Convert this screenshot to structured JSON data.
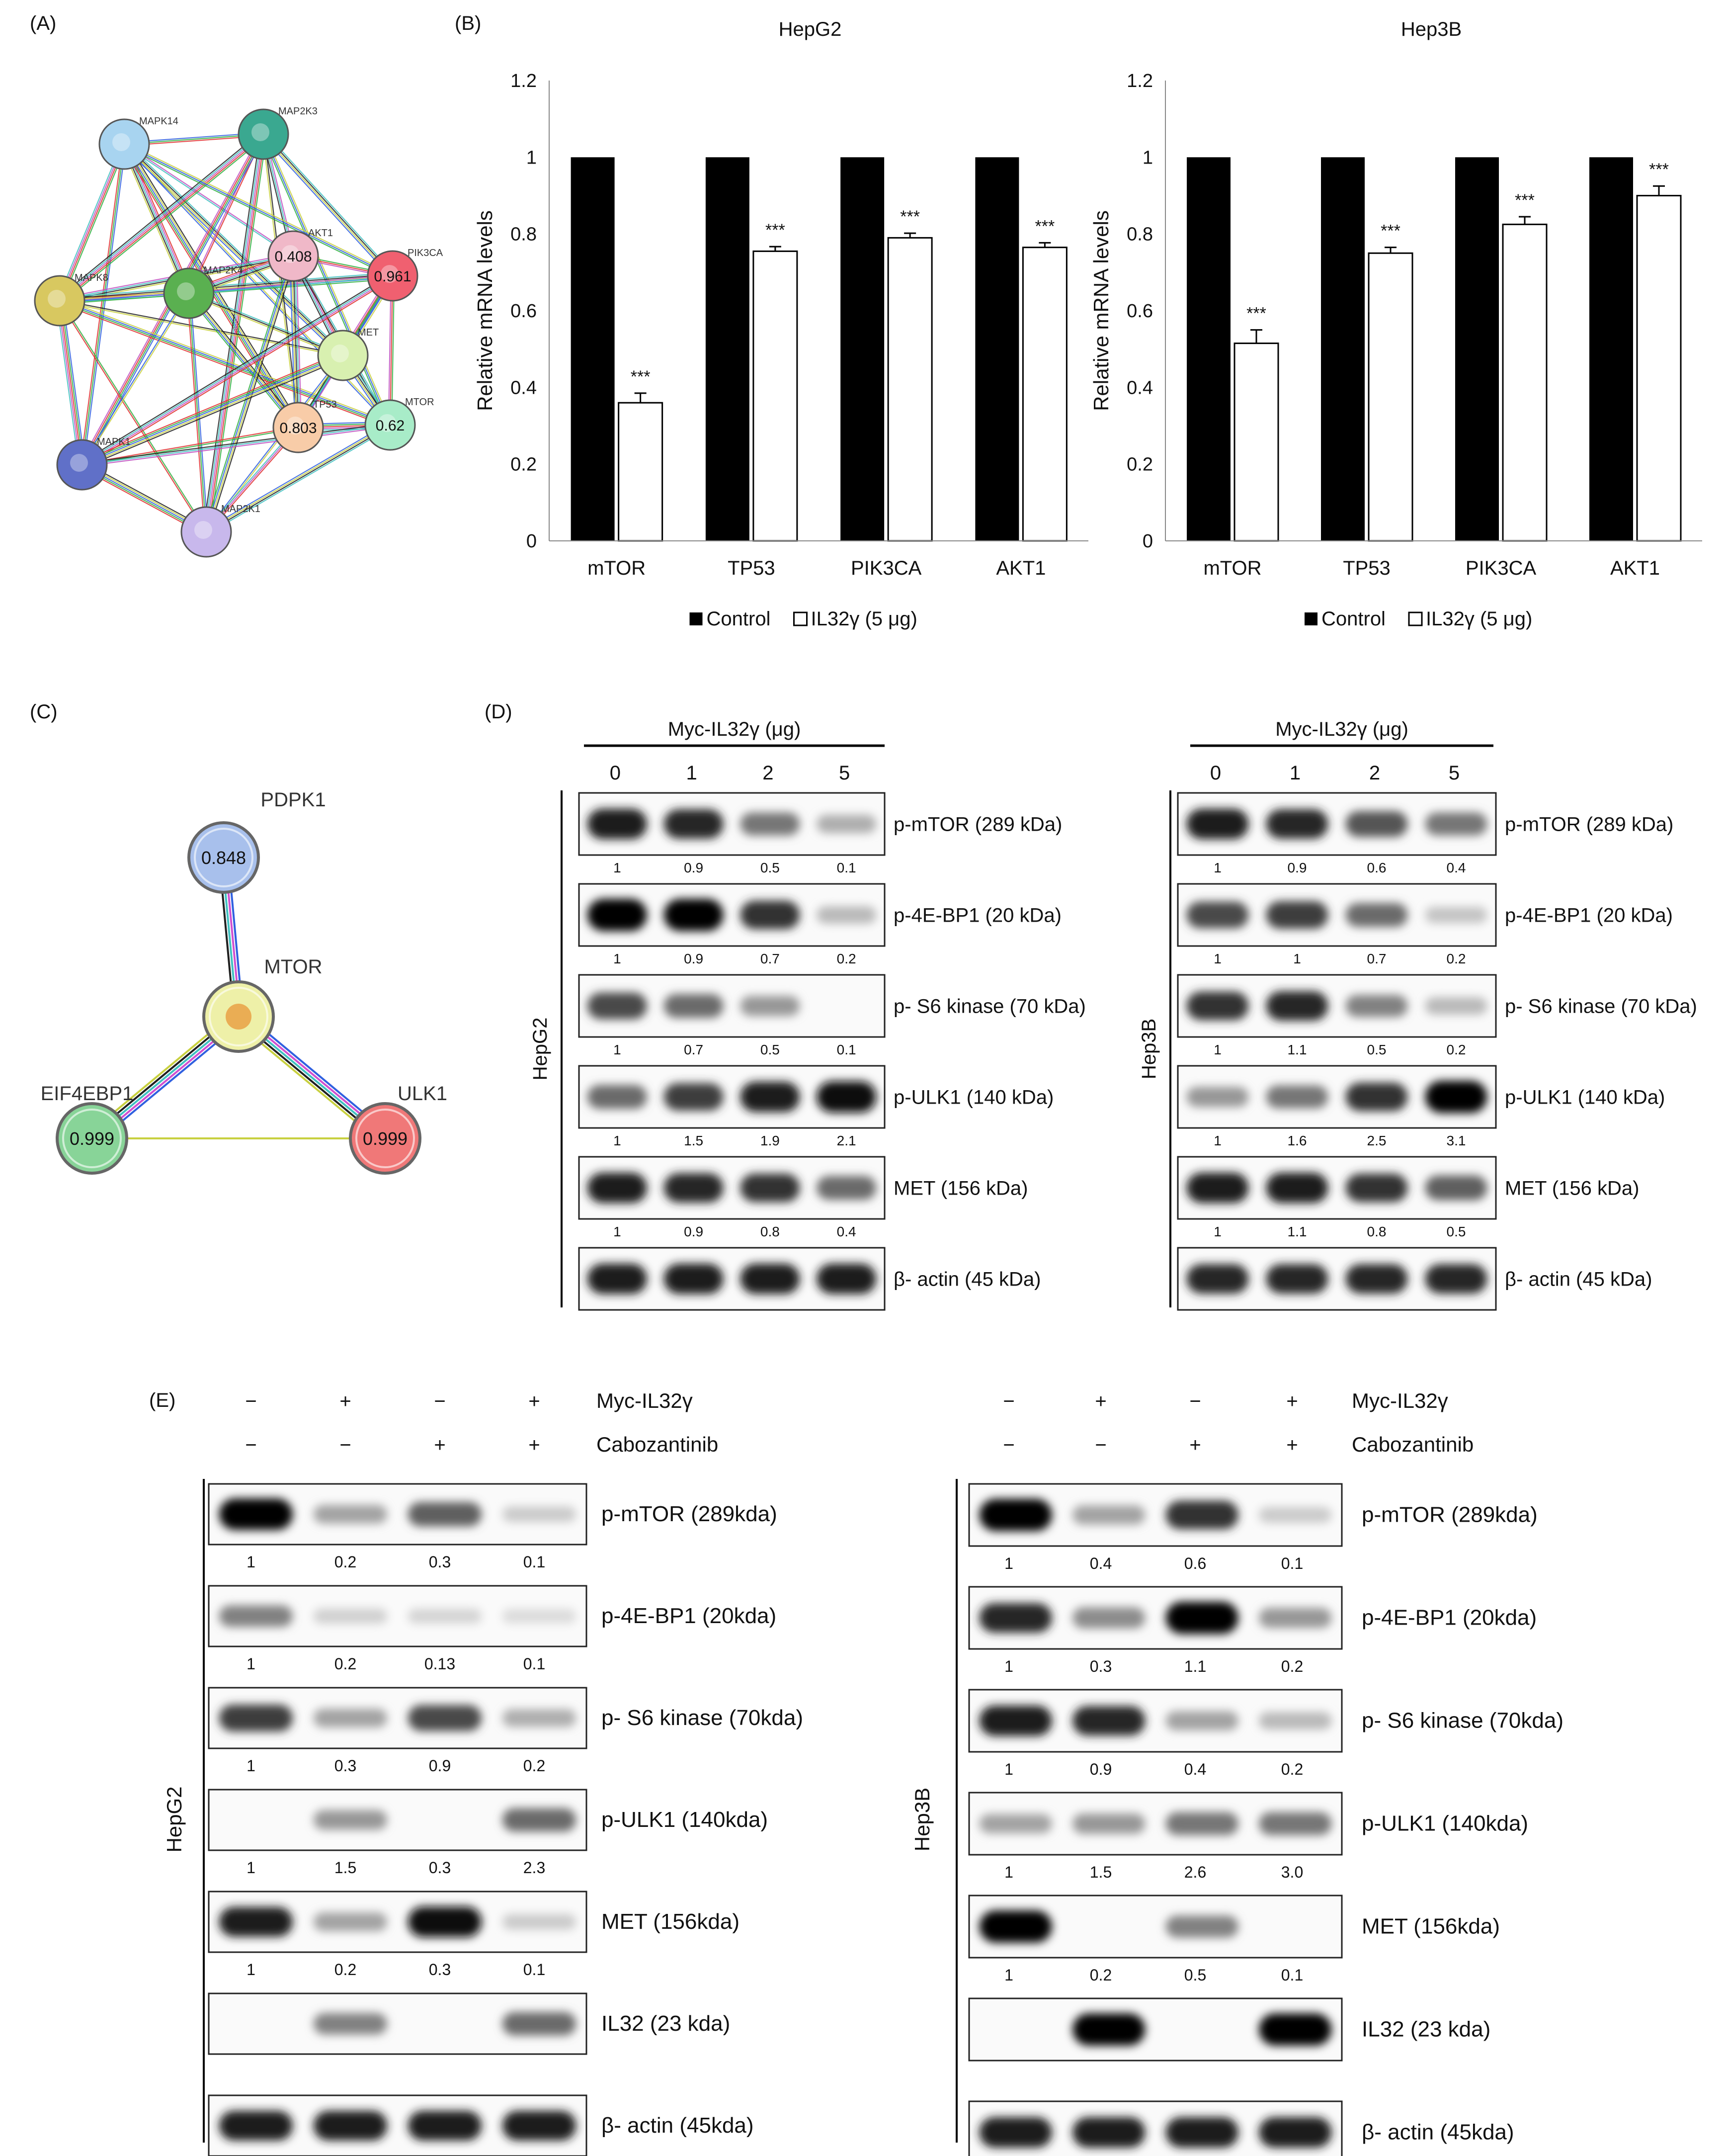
{
  "panels": {
    "A": "(A)",
    "B": "(B)",
    "C": "(C)",
    "D": "(D)",
    "E": "(E)"
  },
  "panel_a": {
    "nodes": [
      {
        "label": "MAPK14",
        "color": "#a8d4f0"
      },
      {
        "label": "MAP2K3",
        "color": "#3aa890"
      },
      {
        "label": "MAPK8",
        "color": "#d8c860"
      },
      {
        "label": "MAP2K4",
        "color": "#5ab050"
      },
      {
        "label": "AKT1",
        "color": "#f0b8c8",
        "value": "0.408"
      },
      {
        "label": "PIK3CA",
        "color": "#f06070",
        "value": "0.961"
      },
      {
        "label": "MET",
        "color": "#d8f0b0"
      },
      {
        "label": "TP53",
        "color": "#f8cca8",
        "value": "0.803"
      },
      {
        "label": "MTOR",
        "color": "#a8ecc8",
        "value": "0.62"
      },
      {
        "label": "MAPK1",
        "color": "#6070c8"
      },
      {
        "label": "MAP2K1",
        "color": "#c8b8ec"
      }
    ]
  },
  "chart_data": [
    {
      "type": "bar",
      "title": "HepG2",
      "ylabel": "Relative mRNA levels",
      "ylim": [
        0,
        1.2
      ],
      "yticks": [
        "0",
        "0.2",
        "0.4",
        "0.6",
        "0.8",
        "1",
        "1.2"
      ],
      "categories": [
        "mTOR",
        "TP53",
        "PIK3CA",
        "AKT1"
      ],
      "series": [
        {
          "name": "Control",
          "color": "#000000",
          "values": [
            1,
            1,
            1,
            1
          ]
        },
        {
          "name": "IL32γ (5 μg)",
          "color": "#ffffff",
          "values": [
            0.36,
            0.755,
            0.79,
            0.765
          ],
          "errors": [
            0.025,
            0.012,
            0.012,
            0.012
          ],
          "sig": [
            "***",
            "***",
            "***",
            "***"
          ]
        }
      ],
      "legend": [
        "Control",
        "IL32γ (5 μg)"
      ]
    },
    {
      "type": "bar",
      "title": "Hep3B",
      "ylabel": "Relative mRNA levels",
      "ylim": [
        0,
        1.2
      ],
      "yticks": [
        "0",
        "0.2",
        "0.4",
        "0.6",
        "0.8",
        "1",
        "1.2"
      ],
      "categories": [
        "mTOR",
        "TP53",
        "PIK3CA",
        "AKT1"
      ],
      "series": [
        {
          "name": "Control",
          "color": "#000000",
          "values": [
            1,
            1,
            1,
            1
          ]
        },
        {
          "name": "IL32γ (5 μg)",
          "color": "#ffffff",
          "values": [
            0.515,
            0.75,
            0.825,
            0.9
          ],
          "errors": [
            0.035,
            0.015,
            0.02,
            0.025
          ],
          "sig": [
            "***",
            "***",
            "***",
            "***"
          ]
        }
      ],
      "legend": [
        "Control",
        "IL32γ (5 μg)"
      ]
    }
  ],
  "panel_c": {
    "nodes": [
      {
        "label": "PDPK1",
        "value": "0.848",
        "color": "#a8c0ec"
      },
      {
        "label": "MTOR",
        "color": "#eef0a8"
      },
      {
        "label": "EIF4EBP1",
        "value": "0.999",
        "color": "#88d498"
      },
      {
        "label": "ULK1",
        "value": "0.999",
        "color": "#f07878"
      }
    ]
  },
  "panel_d": {
    "header": "Myc-IL32γ (μg)",
    "lanes": [
      "0",
      "1",
      "2",
      "5"
    ],
    "blots": [
      {
        "cell": "HepG2",
        "rows": [
          {
            "label": "p-mTOR (289 kDa)",
            "quant": [
              "1",
              "0.9",
              "0.5",
              "0.1"
            ],
            "intensity": [
              0.9,
              0.85,
              0.5,
              0.25
            ]
          },
          {
            "label": "p-4E-BP1 (20 kDa)",
            "quant": [
              "1",
              "0.9",
              "0.7",
              "0.2"
            ],
            "intensity": [
              1,
              1,
              0.8,
              0.2
            ]
          },
          {
            "label": "p- S6 kinase (70 kDa)",
            "quant": [
              "1",
              "0.7",
              "0.5",
              "0.1"
            ],
            "intensity": [
              0.7,
              0.55,
              0.35,
              0.03
            ]
          },
          {
            "label": "p-ULK1 (140 kDa)",
            "quant": [
              "1",
              "1.5",
              "1.9",
              "2.1"
            ],
            "intensity": [
              0.55,
              0.75,
              0.9,
              0.95
            ]
          },
          {
            "label": "MET (156 kDa)",
            "quant": [
              "1",
              "0.9",
              "0.8",
              "0.4"
            ],
            "intensity": [
              0.9,
              0.85,
              0.8,
              0.55
            ]
          },
          {
            "label": "β- actin (45 kDa)",
            "quant": [],
            "intensity": [
              0.9,
              0.9,
              0.9,
              0.9
            ]
          }
        ]
      },
      {
        "cell": "Hep3B",
        "rows": [
          {
            "label": "p-mTOR (289 kDa)",
            "quant": [
              "1",
              "0.9",
              "0.6",
              "0.4"
            ],
            "intensity": [
              0.9,
              0.85,
              0.65,
              0.5
            ]
          },
          {
            "label": "p-4E-BP1 (20 kDa)",
            "quant": [
              "1",
              "1",
              "0.7",
              "0.2"
            ],
            "intensity": [
              0.7,
              0.75,
              0.55,
              0.15
            ]
          },
          {
            "label": "p- S6 kinase (70 kDa)",
            "quant": [
              "1",
              "1.1",
              "0.5",
              "0.2"
            ],
            "intensity": [
              0.8,
              0.85,
              0.45,
              0.2
            ]
          },
          {
            "label": "p-ULK1 (140 kDa)",
            "quant": [
              "1",
              "1.6",
              "2.5",
              "3.1"
            ],
            "intensity": [
              0.35,
              0.5,
              0.8,
              1
            ]
          },
          {
            "label": "MET (156 kDa)",
            "quant": [
              "1",
              "1.1",
              "0.8",
              "0.5"
            ],
            "intensity": [
              0.9,
              0.9,
              0.8,
              0.6
            ]
          },
          {
            "label": "β- actin (45 kDa)",
            "quant": [],
            "intensity": [
              0.85,
              0.85,
              0.85,
              0.85
            ]
          }
        ]
      }
    ]
  },
  "panel_e": {
    "treatments": [
      {
        "label": "Myc-IL32γ",
        "signs": [
          "−",
          "+",
          "−",
          "+"
        ]
      },
      {
        "label": "Cabozantinib",
        "signs": [
          "−",
          "−",
          "+",
          "+"
        ]
      }
    ],
    "blots": [
      {
        "cell": "HepG2",
        "rows": [
          {
            "label": "p-mTOR  (289kda)",
            "quant": [
              "1",
              "0.2",
              "0.3",
              "0.1"
            ],
            "intensity": [
              1,
              0.3,
              0.6,
              0.12
            ]
          },
          {
            "label": "p-4E-BP1  (20kda)",
            "quant": [
              "1",
              "0.2",
              "0.13",
              "0.1"
            ],
            "intensity": [
              0.45,
              0.1,
              0.08,
              0.05
            ]
          },
          {
            "label": "p- S6 kinase  (70kda)",
            "quant": [
              "1",
              "0.3",
              "0.9",
              "0.2"
            ],
            "intensity": [
              0.75,
              0.3,
              0.7,
              0.25
            ]
          },
          {
            "label": "p-ULK1  (140kda)",
            "quant": [
              "1",
              "1.5",
              "0.3",
              "2.3"
            ],
            "intensity": [
              0.03,
              0.35,
              0.03,
              0.55
            ]
          },
          {
            "label": "MET  (156kda)",
            "quant": [
              "1",
              "0.2",
              "0.3",
              "0.1"
            ],
            "intensity": [
              0.9,
              0.3,
              0.95,
              0.12
            ]
          },
          {
            "label": "IL32  (23 kda)",
            "quant": [],
            "intensity": [
              0.03,
              0.45,
              0.03,
              0.55
            ]
          },
          {
            "label": "β- actin  (45kda)",
            "quant": [],
            "intensity": [
              0.9,
              0.9,
              0.9,
              0.9
            ]
          }
        ]
      },
      {
        "cell": "Hep3B",
        "rows": [
          {
            "label": "p-mTOR  (289kda)",
            "quant": [
              "1",
              "0.4",
              "0.6",
              "0.1"
            ],
            "intensity": [
              1,
              0.3,
              0.8,
              0.12
            ]
          },
          {
            "label": "p-4E-BP1  (20kda)",
            "quant": [
              "1",
              "0.3",
              "1.1",
              "0.2"
            ],
            "intensity": [
              0.85,
              0.4,
              1,
              0.35
            ]
          },
          {
            "label": "p- S6 kinase  (70kda)",
            "quant": [
              "1",
              "0.9",
              "0.4",
              "0.2"
            ],
            "intensity": [
              0.9,
              0.85,
              0.3,
              0.2
            ]
          },
          {
            "label": "p-ULK1  (140kda)",
            "quant": [
              "1",
              "1.5",
              "2.6",
              "3.0"
            ],
            "intensity": [
              0.3,
              0.35,
              0.5,
              0.5
            ]
          },
          {
            "label": "MET  (156kda)",
            "quant": [
              "1",
              "0.2",
              "0.5",
              "0.1"
            ],
            "intensity": [
              1,
              0.02,
              0.45,
              0.02
            ]
          },
          {
            "label": "IL32  (23 kda)",
            "quant": [],
            "intensity": [
              0.02,
              1,
              0.02,
              1
            ]
          },
          {
            "label": "β- actin  (45kda)",
            "quant": [],
            "intensity": [
              0.9,
              0.9,
              0.9,
              0.9
            ]
          }
        ]
      }
    ]
  }
}
